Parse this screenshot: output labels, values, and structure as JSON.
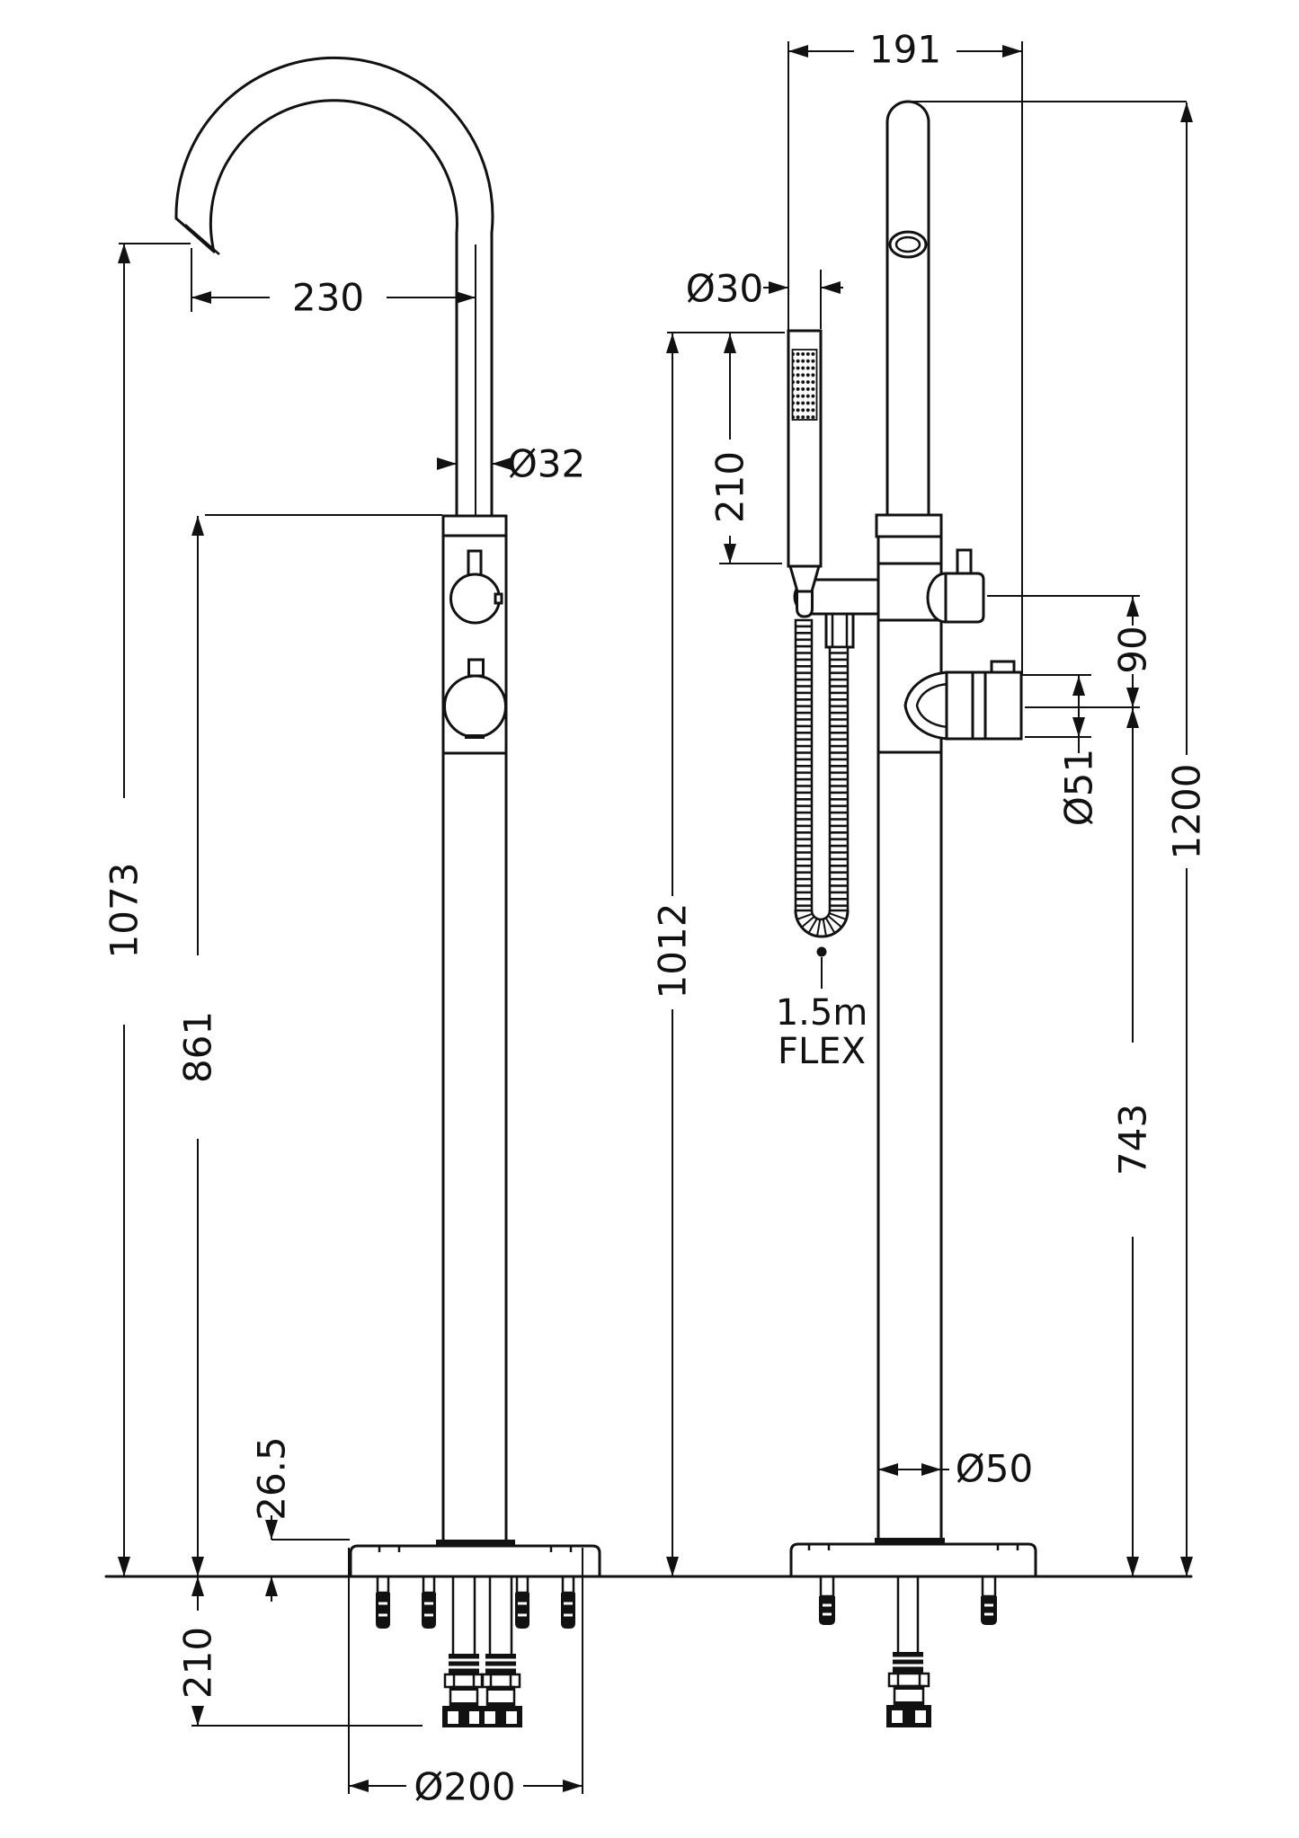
{
  "dims": {
    "spout_reach": "230",
    "spout_diameter": "Ø32",
    "spout_height": "1073",
    "body_height": "861",
    "plinth_height": "26.5",
    "under_floor_depth": "210",
    "base_diameter": "Ø200",
    "top_offset": "191",
    "handset_diameter": "Ø30",
    "handset_length": "210",
    "handset_height": "1012",
    "control_offset": "90",
    "control_diameter": "Ø51",
    "overall_height": "1200",
    "control_height": "743",
    "flex_length": "1.5m",
    "flex_label": "FLEX",
    "column_diameter": "Ø50"
  }
}
